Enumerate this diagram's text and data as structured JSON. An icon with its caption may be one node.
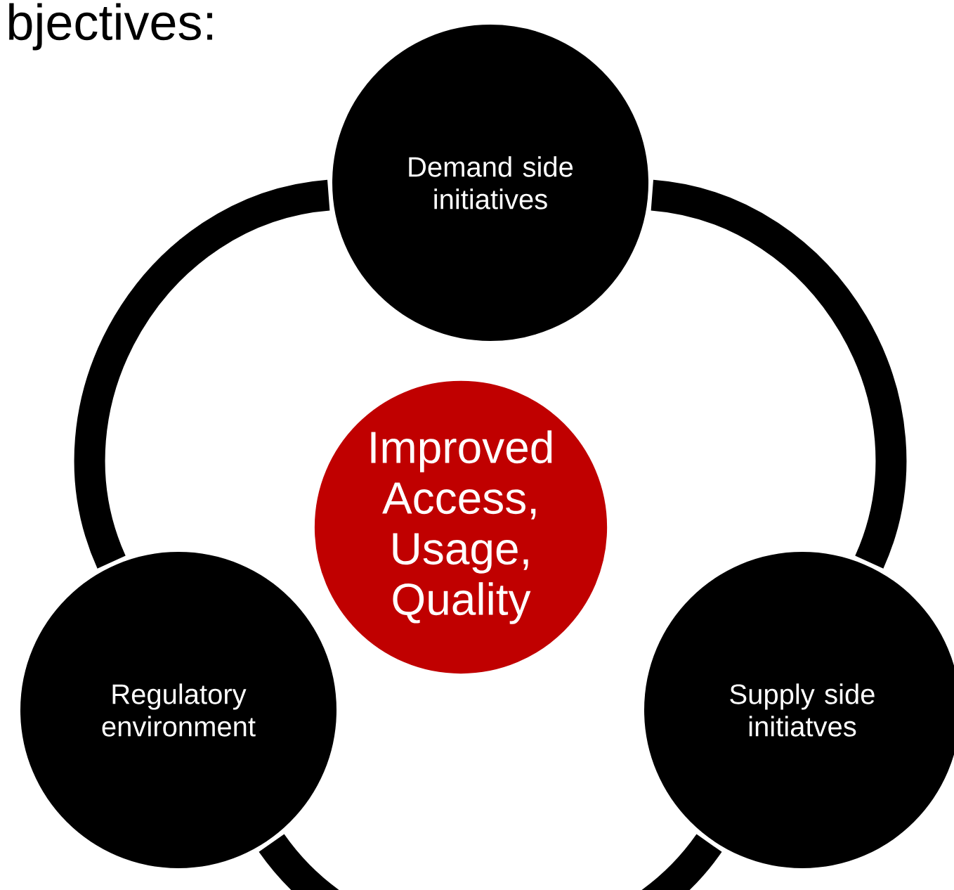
{
  "diagram": {
    "nodes": [
      {
        "text": [
          "Demand side initiatives"
        ]
      },
      {
        "text": [
          "Improved Access, Usage, Quality"
        ]
      },
      {
        "text": [
          "Regulatory environment"
        ]
      },
      {
        "text": [
          "Supply side initiatves"
        ]
      }
    ],
    "edges": [
      {
        "from": 0,
        "to": 3,
        "arrow": "none"
      },
      {
        "from": 3,
        "to": 2,
        "arrow": "none"
      },
      {
        "from": 2,
        "to": 0,
        "arrow": "none"
      }
    ],
    "labels": [
      "bjectives:"
    ]
  }
}
